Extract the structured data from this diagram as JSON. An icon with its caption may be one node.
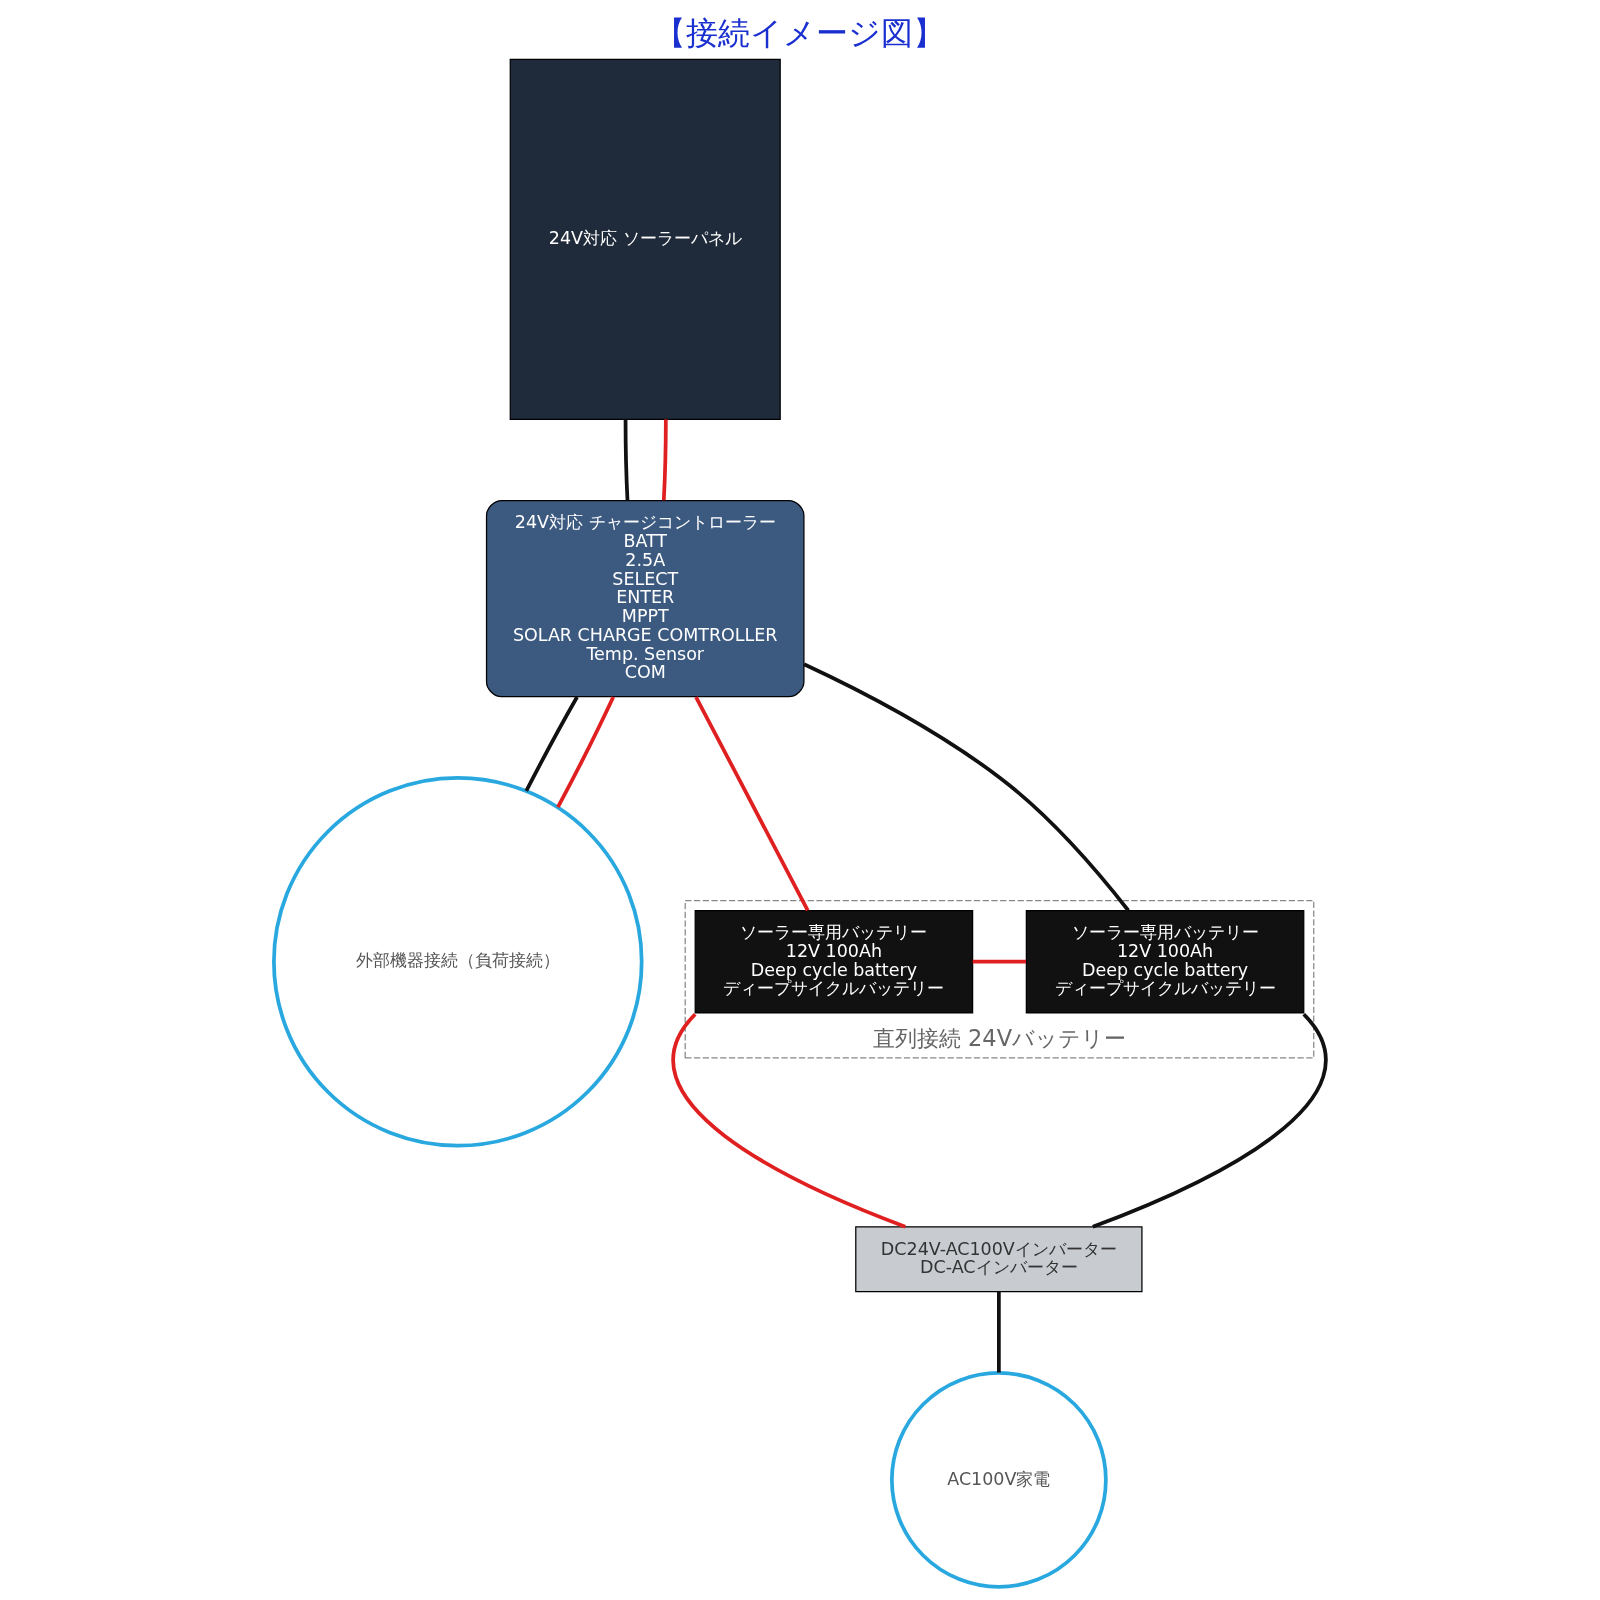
{
  "diagram": {
    "title": "【接続イメージ図】",
    "nodes": [
      {
        "text": [
          "24V対応 ソーラーパネル"
        ]
      },
      {
        "text": [
          "24V対応 チャージコントローラー",
          "BATT",
          "2.5A",
          "SELECT",
          "ENTER",
          "MPPT",
          "SOLAR CHARGE COMTROLLER",
          "Temp. Sensor",
          "COM"
        ]
      },
      {
        "text": [
          "外部機器接続（負荷接続）"
        ]
      },
      {
        "text": [
          "直列接続 24Vバッテリー"
        ]
      },
      {
        "text": [
          "ソーラー専用バッテリー",
          "12V 100Ah",
          "Deep cycle battery",
          "ディープサイクルバッテリー"
        ],
        "in": 3
      },
      {
        "text": [
          "ソーラー専用バッテリー",
          "12V 100Ah",
          "Deep cycle battery",
          "ディープサイクルバッテリー"
        ],
        "in": 3
      },
      {
        "text": [
          "DC24V-AC100Vインバーター",
          "DC-ACインバーター"
        ]
      },
      {
        "text": [
          "AC100V家電"
        ]
      }
    ],
    "edges": [
      {
        "from": 0,
        "to": 1,
        "arrow": "none",
        "color": "#111111"
      },
      {
        "from": 0,
        "to": 1,
        "arrow": "none",
        "color": "#e02020"
      },
      {
        "from": 1,
        "to": 4,
        "arrow": "none",
        "color": "#e02020"
      },
      {
        "from": 1,
        "to": 5,
        "arrow": "none",
        "color": "#111111"
      },
      {
        "from": 1,
        "to": 2,
        "arrow": "none",
        "color": "#111111"
      },
      {
        "from": 1,
        "to": 2,
        "arrow": "none",
        "color": "#e02020"
      },
      {
        "from": 4,
        "to": 5,
        "arrow": "none",
        "color": "#e02020"
      },
      {
        "from": 4,
        "to": 6,
        "arrow": "none",
        "color": "#e02020"
      },
      {
        "from": 5,
        "to": 6,
        "arrow": "none",
        "color": "#111111"
      },
      {
        "from": 6,
        "to": 7,
        "arrow": "none",
        "color": "#111111"
      }
    ]
  }
}
